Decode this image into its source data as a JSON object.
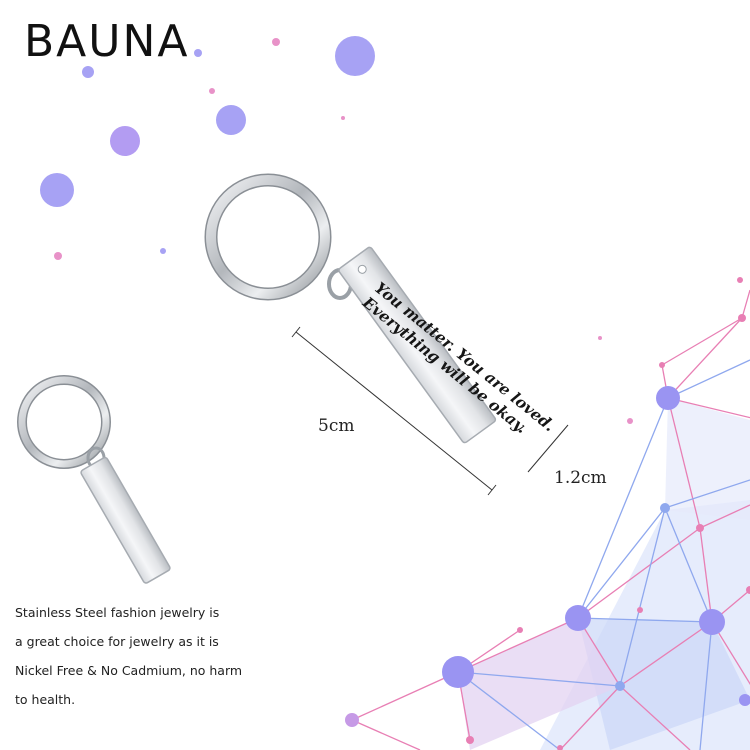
{
  "brand": {
    "name": "BAUNA"
  },
  "product": {
    "engraving": [
      "You matter. You are loved.",
      "Everything will be okay."
    ],
    "length_label": "5cm",
    "width_label": "1.2cm"
  },
  "description": {
    "lines": [
      "Stainless Steel fashion jewelry is",
      "a great choice for jewelry as it is",
      "Nickel Free & No Cadmium, no harm",
      "to health."
    ]
  },
  "colors": {
    "bubble_violet": "#9a94f2",
    "bubble_pink": "#e892c8",
    "network_pink": "#e87fb4",
    "network_blue": "#8fa8ee",
    "steel": "#cfd2d6"
  }
}
